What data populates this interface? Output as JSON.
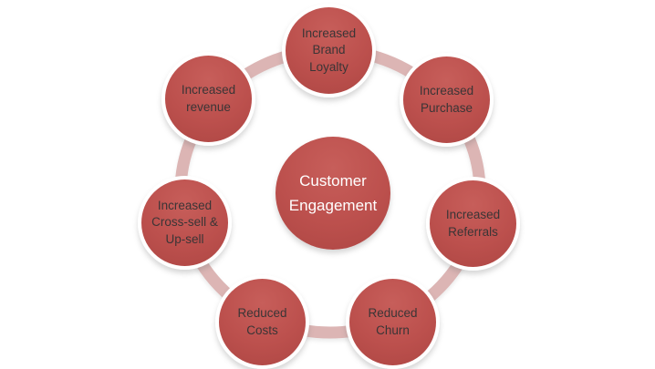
{
  "diagram": {
    "center": {
      "label": "Customer Engagement"
    },
    "nodes": [
      {
        "label": "Increased Brand Loyalty"
      },
      {
        "label": "Increased Purchase"
      },
      {
        "label": "Increased Referrals"
      },
      {
        "label": "Reduced Churn"
      },
      {
        "label": "Reduced Costs"
      },
      {
        "label": "Increased Cross-sell & Up-sell"
      },
      {
        "label": "Increased revenue"
      }
    ],
    "colors": {
      "node_fill": "#bc504d",
      "ring": "#dcb5b4",
      "node_text": "#3a3536",
      "center_text": "#ffffff",
      "background": "#ffffff"
    }
  }
}
